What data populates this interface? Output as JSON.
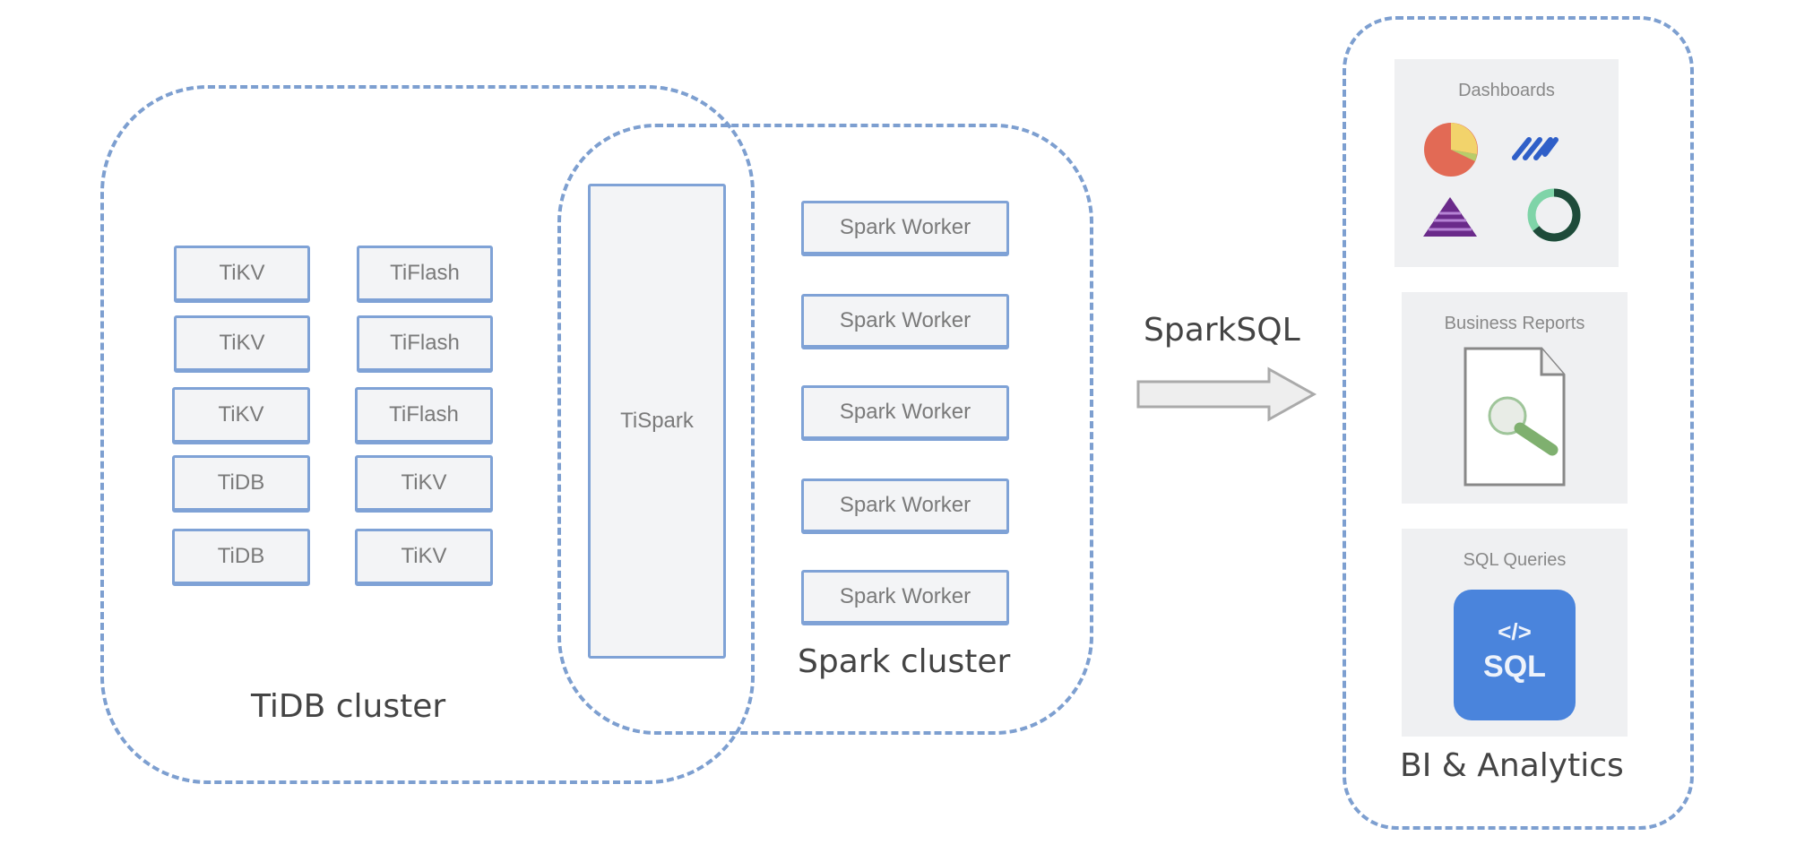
{
  "tidb_cluster": {
    "label": "TiDB cluster",
    "left_column": [
      "TiKV",
      "TiKV",
      "TiKV",
      "TiDB",
      "TiDB"
    ],
    "right_column": [
      "TiFlash",
      "TiFlash",
      "TiFlash",
      "TiKV",
      "TiKV"
    ]
  },
  "tispark": {
    "label": "TiSpark"
  },
  "spark_cluster": {
    "label": "Spark cluster",
    "workers": [
      "Spark Worker",
      "Spark Worker",
      "Spark Worker",
      "Spark Worker",
      "Spark Worker"
    ]
  },
  "connector": {
    "label": "SparkSQL",
    "icon": "arrow-right-icon"
  },
  "bi": {
    "label": "BI & Analytics",
    "panels": [
      {
        "title": "Dashboards",
        "icons": [
          "pie-chart-icon",
          "bar-stripes-icon",
          "pyramid-icon",
          "donut-chart-icon"
        ]
      },
      {
        "title": "Business Reports",
        "icons": [
          "document-search-icon"
        ]
      },
      {
        "title": "SQL Queries",
        "icons": [
          "sql-code-icon"
        ],
        "badge_code": "</>",
        "badge_text": "SQL"
      }
    ]
  },
  "colors": {
    "dash_border": "#7d9fd0",
    "node_border": "#7fa2d6",
    "node_fill": "#f3f4f6",
    "sql_badge": "#4a84dc"
  }
}
